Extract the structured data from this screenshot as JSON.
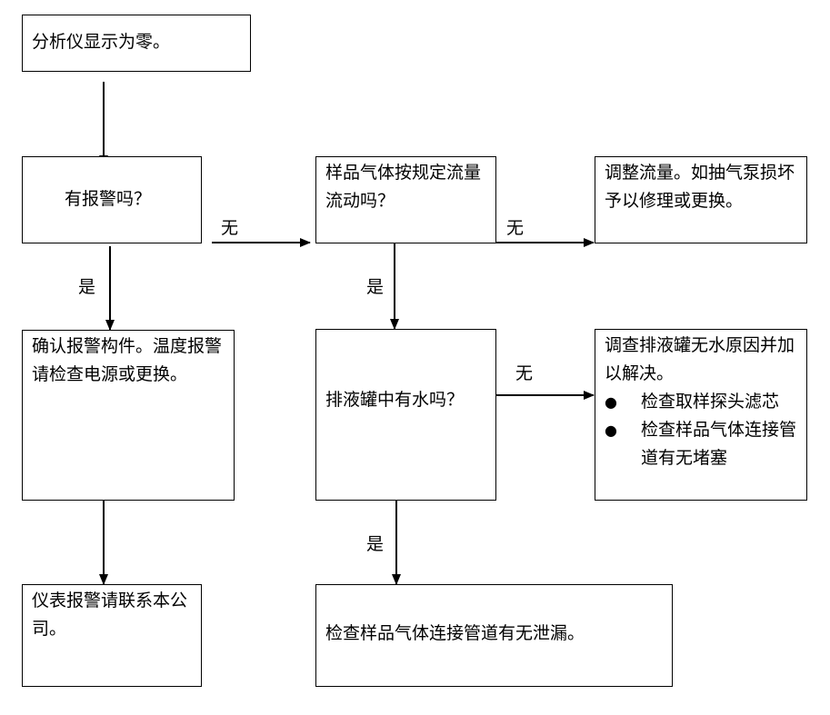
{
  "nodes": {
    "start": "分析仪显示为零。",
    "alarm_q": "有报警吗？",
    "flow_q": "样品气体按规定流量流动吗？",
    "adjust_flow": "调整流量。如抽气泵损坏予以修理或更换。",
    "confirm_alarm": "确认报警构件。温度报警请检查电源或更换。",
    "water_q": "排液罐中有水吗？",
    "investigate_title": "调查排液罐无水原因并加以解决。",
    "investigate_items": [
      "检查取样探头滤芯",
      "检查样品气体连接管道有无堵塞"
    ],
    "contact": "仪表报警请联系本公司。",
    "check_leak": "检查样品气体连接管道有无泄漏。"
  },
  "edge_labels": {
    "alarm_no": "无",
    "alarm_yes": "是",
    "flow_no": "无",
    "flow_yes": "是",
    "water_no": "无",
    "water_yes": "是"
  },
  "bullet_glyph": "●"
}
